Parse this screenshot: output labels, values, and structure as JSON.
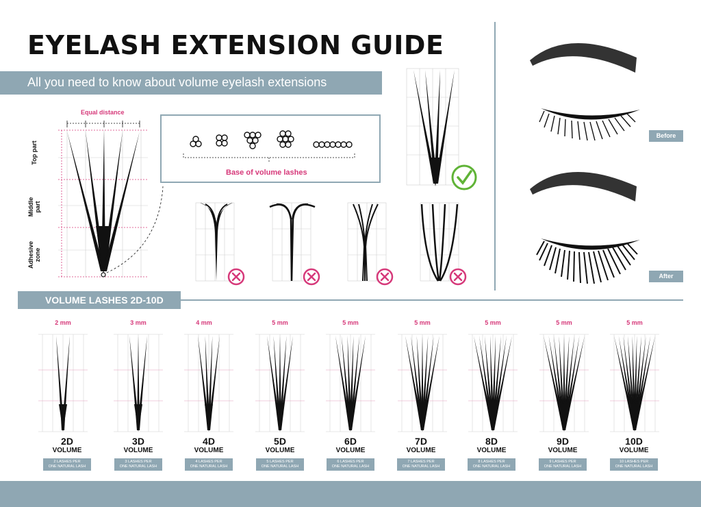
{
  "header": {
    "title": "EYELASH EXTENSION GUIDE",
    "subtitle": "All you need to know about volume eyelash extensions"
  },
  "fan_diagram": {
    "equal_distance": "Equal distance",
    "zones": [
      "Top part",
      "Middle part",
      "Adhesive zone"
    ]
  },
  "base_section": {
    "label": "Base of volume lashes"
  },
  "comparison": {
    "before": "Before",
    "after": "After"
  },
  "volume_section": {
    "header": "VOLUME LASHES 2D-10D",
    "volume_word": "VOLUME",
    "items": [
      {
        "name": "2D",
        "mm": "2 mm",
        "desc1": "2 LASHES PER",
        "desc2": "ONE NATURAL LASH",
        "lashes": 2
      },
      {
        "name": "3D",
        "mm": "3 mm",
        "desc1": "3 LASHES PER",
        "desc2": "ONE NATURAL LASH",
        "lashes": 3
      },
      {
        "name": "4D",
        "mm": "4 mm",
        "desc1": "4 LASHES PER",
        "desc2": "ONE NATURAL LASH",
        "lashes": 4
      },
      {
        "name": "5D",
        "mm": "5 mm",
        "desc1": "5 LASHES PER",
        "desc2": "ONE NATURAL LASH",
        "lashes": 5
      },
      {
        "name": "6D",
        "mm": "5 mm",
        "desc1": "6 LASHES PER",
        "desc2": "ONE NATURAL LASH",
        "lashes": 6
      },
      {
        "name": "7D",
        "mm": "5 mm",
        "desc1": "7 LASHES PER",
        "desc2": "ONE NATURAL LASH",
        "lashes": 7
      },
      {
        "name": "8D",
        "mm": "5 mm",
        "desc1": "8 LASHES PER",
        "desc2": "ONE NATURAL LASH",
        "lashes": 8
      },
      {
        "name": "9D",
        "mm": "5 mm",
        "desc1": "9 LASHES PER",
        "desc2": "ONE NATURAL LASH",
        "lashes": 9
      },
      {
        "name": "10D",
        "mm": "5 mm",
        "desc1": "10 LASHES PER",
        "desc2": "ONE NATURAL LASH",
        "lashes": 10
      }
    ]
  },
  "colors": {
    "accent": "#8fa7b3",
    "pink": "#d6397a",
    "check_green": "#5fb336",
    "ink": "#111111"
  },
  "icons": {
    "correct": "check-circle-icon",
    "wrong": "x-circle-icon"
  }
}
